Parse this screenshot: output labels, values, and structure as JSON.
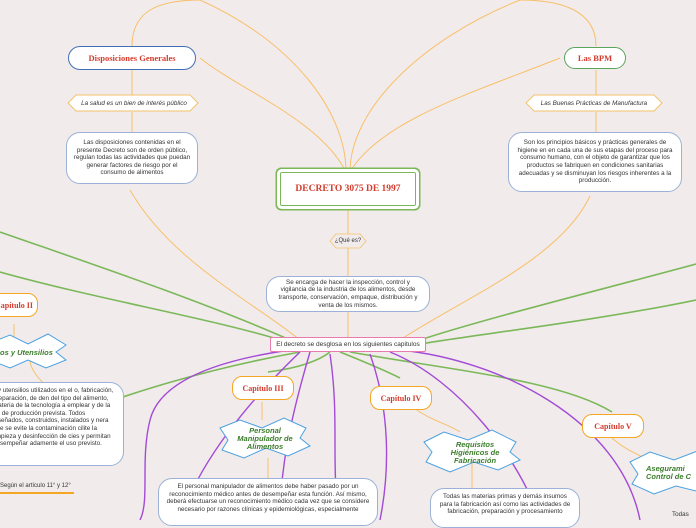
{
  "center": {
    "title": "DECRETO 3075 DE 1997"
  },
  "question": "¿Qué es?",
  "definition": "Se encarga de hacer la inspección, control y vigilancia de la industria de los alimentos, desde transporte, conservación, empaque, distribución y venta de los mismos.",
  "chapters_hub": "El decreto se desglosa en los siguientes capitulos",
  "left_branch": {
    "title": "Disposiciones Generales",
    "subtitle": "La salud es un bien de interés público",
    "note": "Las disposiciones contenidas en el presente Decreto son de orden público, regulan todas las actividades que puedan generar factores de riesgo por el consumo de alimentos"
  },
  "right_branch": {
    "title": "Las BPM",
    "subtitle": "Las Buenas Prácticas de Manufactura",
    "note": "Son los principios básicos y prácticas generales de higiene en en cada una de sus etapas del proceso para consumo humano, con el objeto de garantizar que los productos se fabriquen en condiciones sanitarias adecuadas y se disminuyan los riesgos inherentes a la producción."
  },
  "chapter_ii": {
    "title": "Capítulo II",
    "topic": "os y Utensilios",
    "note": "s y utensilios utilizados en el o, fabricación, preparación, de den del tipo del alimento, materia de la tecnología a emplear y de la ad de producción prevista. Todos diseñados, construidos, instalados y nera que se evite la contaminación cilite la limpieza y desinfección de cies y permitan desempeñar adamente el uso previsto.",
    "footer": "Según el artículo 11° y 12°"
  },
  "chapter_iii": {
    "title": "Capítulo III",
    "topic": "Personal Manipulador de Alimentos",
    "note": "El personal manipulador de alimentos debe haber pasado por un reconocimiento médico antes de desempeñar esta función. Así mismo, deberá efectuarse un reconocimiento médico cada vez que se considere necesario por razones clínicas y epidemiológicas, especialmente"
  },
  "chapter_iv": {
    "title": "Capítulo IV",
    "topic": "Requisitos Higiénicos de Fabricación",
    "note": "Todas las materias primas y demás insumos para la fabricación así como las actividades de fabricación, preparación y procesamiento"
  },
  "chapter_v": {
    "title": "Capítulo V",
    "topic": "Asegurami Control de C",
    "note": "Todas"
  }
}
